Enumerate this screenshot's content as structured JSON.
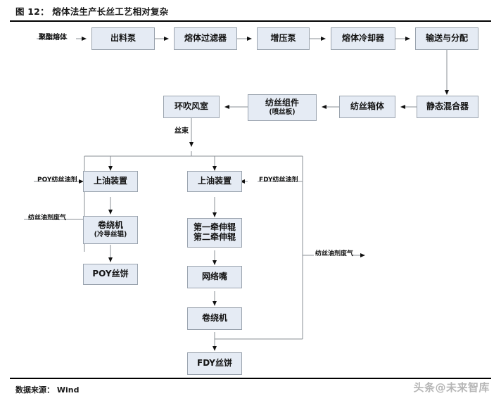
{
  "header": {
    "figure_title": "图 12： 熔体法生产长丝工艺相对复杂"
  },
  "footer": {
    "source_label": "数据来源： Wind",
    "watermark": "头条@未来智库"
  },
  "theme": {
    "node_fill": "#e5ebf4",
    "node_border": "#9aa3ae",
    "line_color": "#8a8f96",
    "text_color": "#141414"
  },
  "nodes": {
    "discharge_pump": "出料泵",
    "melt_filter": "熔体过滤器",
    "booster_pump": "增压泵",
    "melt_cooler": "熔体冷却器",
    "transport_distribute": "输送与分配",
    "static_mixer": "静态混合器",
    "spinning_box": "纺丝箱体",
    "spin_pack_main": "纺丝组件",
    "spin_pack_sub": "(喷丝板)",
    "ring_blow_chamber": "环吹风室",
    "oiling_device_poy": "上油装置",
    "oiling_device_fdy": "上油装置",
    "winder_poy_main": "卷绕机",
    "winder_poy_sub": "(冷导丝辊)",
    "draw_roller_1": "第一牵伸辊",
    "draw_roller_2": "第二牵伸辊",
    "poy_cake": "POY丝饼",
    "network_nozzle": "网络嘴",
    "winder_fdy": "卷绕机",
    "fdy_cake": "FDY丝饼"
  },
  "edge_labels": {
    "polyester_melt": "聚酯熔体",
    "tow": "丝束",
    "poy_spin_oil": "POY纺丝油剂",
    "fdy_spin_oil": "FDY纺丝油剂",
    "spin_oil_waste_left": "纺丝油剂废气",
    "spin_oil_waste_right": "纺丝油剂废气"
  }
}
